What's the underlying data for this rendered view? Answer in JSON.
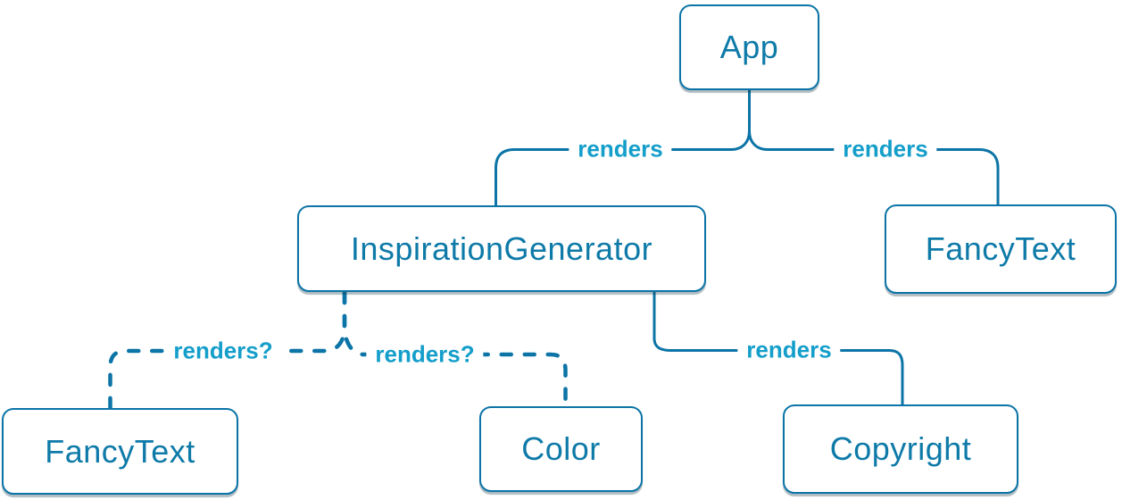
{
  "diagram": {
    "description": "React render tree diagram",
    "colors": {
      "node_background": "#ffffff",
      "node_border": "#0c74a6",
      "node_text": "#0e7aa8",
      "edge_line": "#0c74a6",
      "edge_label_text": "#149eca"
    },
    "nodes": [
      {
        "id": "app",
        "label": "App"
      },
      {
        "id": "inspiration-generator",
        "label": "InspirationGenerator"
      },
      {
        "id": "fancy-text-top",
        "label": "FancyText"
      },
      {
        "id": "fancy-text-bottom",
        "label": "FancyText"
      },
      {
        "id": "color",
        "label": "Color"
      },
      {
        "id": "copyright",
        "label": "Copyright"
      }
    ],
    "edges": [
      {
        "from": "App",
        "to": "InspirationGenerator",
        "label": "renders",
        "style": "solid"
      },
      {
        "from": "App",
        "to": "FancyText",
        "label": "renders",
        "style": "solid"
      },
      {
        "from": "InspirationGenerator",
        "to": "FancyText",
        "label": "renders?",
        "style": "dashed"
      },
      {
        "from": "InspirationGenerator",
        "to": "Color",
        "label": "renders?",
        "style": "dashed"
      },
      {
        "from": "InspirationGenerator",
        "to": "Copyright",
        "label": "renders",
        "style": "solid"
      }
    ]
  }
}
